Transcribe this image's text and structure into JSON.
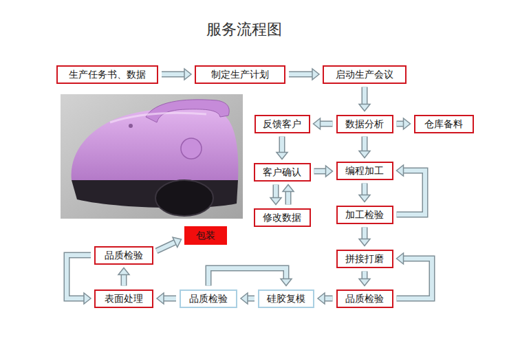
{
  "diagram": {
    "title": "服务流程图",
    "nodes": [
      {
        "text": [
          "生产任务书、数据"
        ]
      },
      {
        "text": [
          "制定生产计划"
        ]
      },
      {
        "text": [
          "启动生产会议"
        ]
      },
      {
        "text": [
          "反馈客户"
        ]
      },
      {
        "text": [
          "数据分析"
        ]
      },
      {
        "text": [
          "仓库备料"
        ]
      },
      {
        "text": [
          "客户确认"
        ]
      },
      {
        "text": [
          "编程加工"
        ]
      },
      {
        "text": [
          "修改数据"
        ]
      },
      {
        "text": [
          "加工检验"
        ]
      },
      {
        "text": [
          "包装"
        ]
      },
      {
        "text": [
          "品质检验"
        ]
      },
      {
        "text": [
          "拼接打磨"
        ]
      },
      {
        "text": [
          "表面处理"
        ]
      },
      {
        "text": [
          "品质检验"
        ]
      },
      {
        "text": [
          "硅胶复模"
        ]
      },
      {
        "text": [
          "品质检验"
        ]
      }
    ],
    "edges": [
      {
        "from": 0,
        "to": 1,
        "arrow": "to"
      },
      {
        "from": 1,
        "to": 2,
        "arrow": "to"
      },
      {
        "from": 2,
        "to": 4,
        "arrow": "to"
      },
      {
        "from": 4,
        "to": 3,
        "arrow": "to"
      },
      {
        "from": 4,
        "to": 5,
        "arrow": "to"
      },
      {
        "from": 3,
        "to": 6,
        "arrow": "to"
      },
      {
        "from": 6,
        "to": 8,
        "arrow": "to"
      },
      {
        "from": 8,
        "to": 6,
        "arrow": "to"
      },
      {
        "from": 6,
        "to": 7,
        "arrow": "to"
      },
      {
        "from": 4,
        "to": 7,
        "arrow": "to"
      },
      {
        "from": 7,
        "to": 9,
        "arrow": "to"
      },
      {
        "from": 9,
        "to": 7,
        "arrow": "to"
      },
      {
        "from": 9,
        "to": 12,
        "arrow": "to"
      },
      {
        "from": 12,
        "to": 16,
        "arrow": "to"
      },
      {
        "from": 16,
        "to": 12,
        "arrow": "to"
      },
      {
        "from": 16,
        "to": 15,
        "arrow": "to"
      },
      {
        "from": 15,
        "to": 14,
        "arrow": "to"
      },
      {
        "from": 14,
        "to": 15,
        "arrow": "to"
      },
      {
        "from": 14,
        "to": 13,
        "arrow": "to"
      },
      {
        "from": 13,
        "to": 11,
        "arrow": "to"
      },
      {
        "from": 11,
        "to": 13,
        "arrow": "to"
      },
      {
        "from": 11,
        "to": 10,
        "arrow": "to"
      }
    ]
  }
}
